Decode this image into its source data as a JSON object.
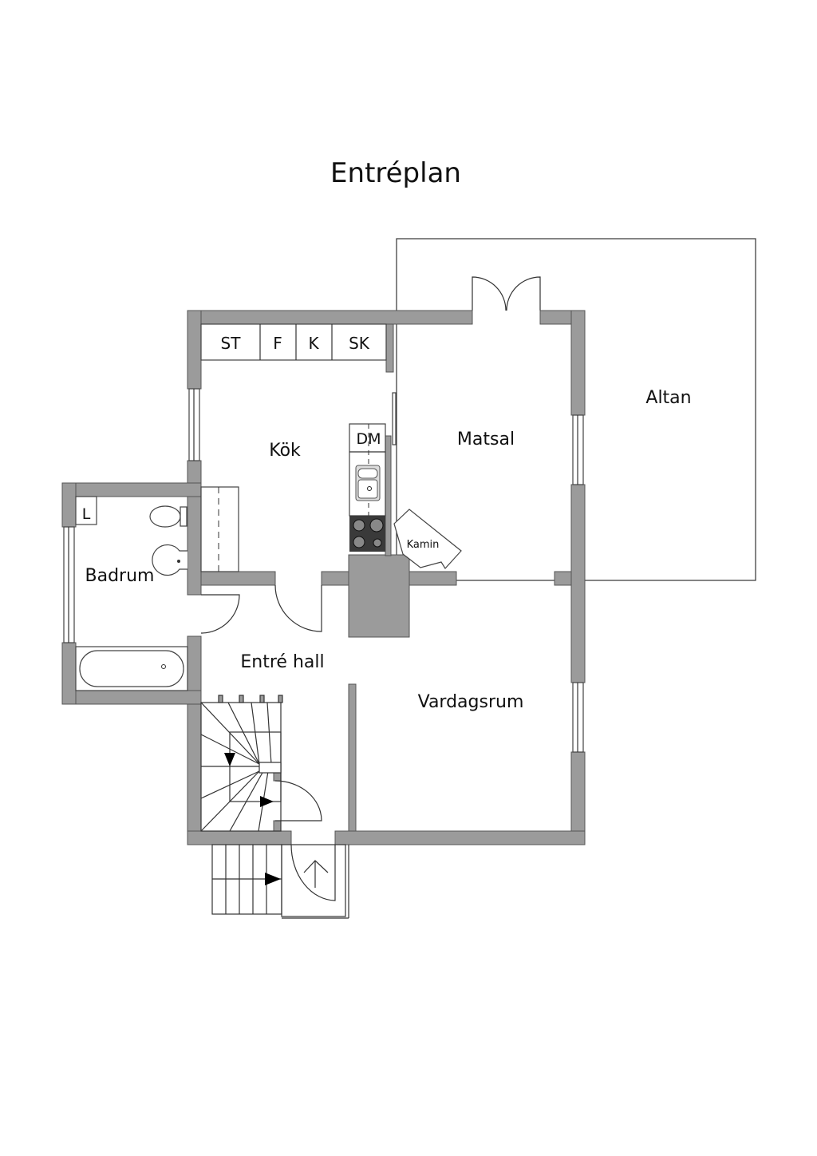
{
  "title": "Entréplan",
  "rooms": {
    "kitchen": "Kök",
    "dining": "Matsal",
    "terrace": "Altan",
    "bathroom": "Badrum",
    "hall": "Entré hall",
    "living": "Vardagsrum",
    "fireplace": "Kamin"
  },
  "appliances": {
    "st": "ST",
    "f": "F",
    "k": "K",
    "sk": "SK",
    "dm": "DM",
    "l": "L"
  },
  "colors": {
    "wall": "#9b9b9b",
    "stove": "#3a3a3a"
  }
}
